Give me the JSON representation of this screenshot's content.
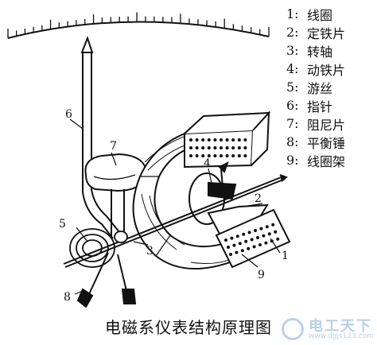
{
  "legend": [
    {
      "num": "1:",
      "text": "线圈"
    },
    {
      "num": "2:",
      "text": "定铁片"
    },
    {
      "num": "3:",
      "text": "转轴"
    },
    {
      "num": "4:",
      "text": "动铁片"
    },
    {
      "num": "5:",
      "text": "游丝"
    },
    {
      "num": "6:",
      "text": "指针"
    },
    {
      "num": "7:",
      "text": "阻尼片"
    },
    {
      "num": "8:",
      "text": "平衡锤"
    },
    {
      "num": "9:",
      "text": "线圈架"
    }
  ],
  "callouts": {
    "n1": "1",
    "n2": "2",
    "n3": "3",
    "n4": "4",
    "n5": "5",
    "n6": "6",
    "n7": "7",
    "n8": "8",
    "n9": "9"
  },
  "caption": "电磁系仪表结构原理图",
  "watermark": {
    "text": "电工天下",
    "url": "www.dgjs123.com"
  }
}
